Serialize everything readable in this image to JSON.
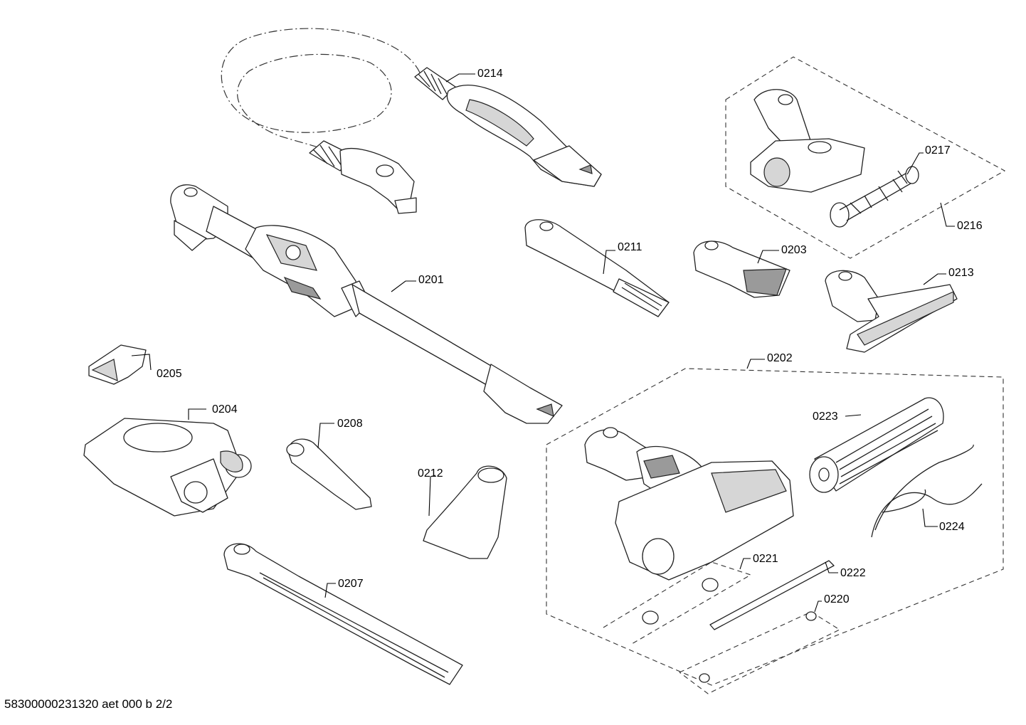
{
  "diagram": {
    "footer_text": "58300000231320 aet 000 b 2/2",
    "colors": {
      "line": "#222222",
      "fill": "#ffffff",
      "shade": "#d6d6d6",
      "dark": "#9a9a9a"
    },
    "callouts": {
      "p0201": "0201",
      "p0202": "0202",
      "p0203": "0203",
      "p0204": "0204",
      "p0205": "0205",
      "p0207": "0207",
      "p0208": "0208",
      "p0211": "0211",
      "p0212": "0212",
      "p0213": "0213",
      "p0214": "0214",
      "p0216": "0216",
      "p0217": "0217",
      "p0220": "0220",
      "p0221": "0221",
      "p0222": "0222",
      "p0223": "0223",
      "p0224": "0224"
    }
  }
}
